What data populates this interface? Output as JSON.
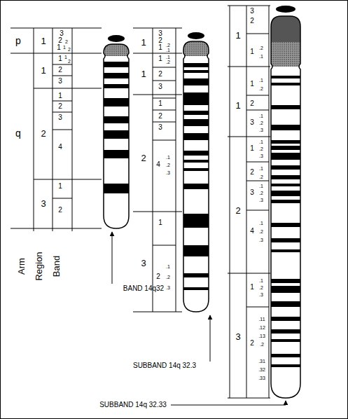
{
  "diagram": {
    "labels": [
      "p",
      "1",
      "3",
      "2",
      "2",
      "1",
      "1",
      "2",
      "1",
      "1",
      "1",
      "2",
      "2",
      "3",
      "q",
      "2",
      "1",
      "2",
      "3",
      "4",
      "3",
      "1",
      "2",
      "1",
      "3",
      "2",
      "1",
      ".2",
      ".1",
      "1",
      "1",
      ".1",
      ".2",
      "2",
      "3",
      "2",
      "1",
      "2",
      "3",
      "4",
      ".1",
      ".2",
      ".3",
      "3",
      "1",
      "2",
      ".1",
      ".2",
      ".3",
      "1",
      "3",
      "2",
      "1",
      ".2",
      ".1",
      "1",
      "1",
      ".1",
      ".2",
      "2",
      "3",
      ".1",
      ".2",
      ".3",
      "2",
      "1",
      ".1",
      ".2",
      ".3",
      "2",
      ".1",
      ".2",
      "3",
      ".1",
      ".2",
      ".3",
      "4",
      ".1",
      ".2",
      ".3",
      "3",
      "1",
      ".1",
      ".2",
      ".3",
      "2",
      ".11",
      ".12",
      ".13",
      ".2",
      ".31",
      ".32",
      ".33",
      "Arm",
      "Region",
      "Band",
      "BAND 14q32",
      "SUBBAND 14q 32.3",
      "SUBBAND 14q 32.33"
    ]
  }
}
